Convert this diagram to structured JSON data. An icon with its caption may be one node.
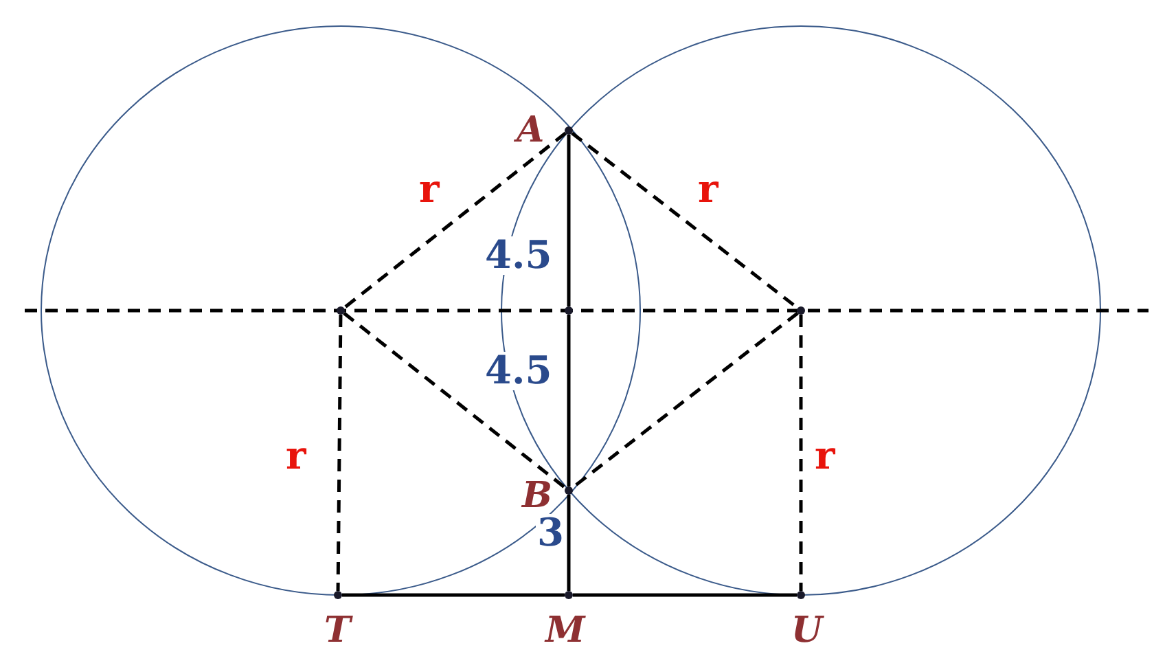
{
  "diagram": {
    "nodes": [
      {
        "text": [],
        "shape": "point",
        "beside": [
          "A"
        ]
      },
      {
        "text": [],
        "shape": "point",
        "beside": [
          "B"
        ]
      },
      {
        "text": [],
        "shape": "point",
        "beside": [
          "T"
        ]
      },
      {
        "text": [],
        "shape": "point",
        "beside": [
          "M"
        ]
      },
      {
        "text": [],
        "shape": "point",
        "beside": [
          "U"
        ]
      },
      {
        "text": [],
        "shape": "point"
      },
      {
        "text": [],
        "shape": "point"
      },
      {
        "text": [],
        "shape": "point"
      }
    ],
    "edges": [
      {
        "from": 0,
        "to": 5,
        "arrow": "none",
        "label": "r",
        "style": "dashed"
      },
      {
        "from": 0,
        "to": 7,
        "arrow": "none",
        "label": "r",
        "style": "dashed"
      },
      {
        "from": 5,
        "to": 1,
        "arrow": "none",
        "style": "dashed"
      },
      {
        "from": 7,
        "to": 1,
        "arrow": "none",
        "style": "dashed"
      },
      {
        "from": 5,
        "to": 2,
        "arrow": "none",
        "label": "r",
        "style": "dashed"
      },
      {
        "from": 7,
        "to": 4,
        "arrow": "none",
        "label": "r",
        "style": "dashed"
      },
      {
        "from": 0,
        "to": 6,
        "arrow": "none",
        "label": "4.5"
      },
      {
        "from": 6,
        "to": 1,
        "arrow": "none",
        "label": "4.5"
      },
      {
        "from": 1,
        "to": 3,
        "arrow": "none",
        "label": "3"
      },
      {
        "from": 2,
        "to": 3,
        "arrow": "none"
      },
      {
        "from": 3,
        "to": 4,
        "arrow": "none"
      }
    ]
  }
}
